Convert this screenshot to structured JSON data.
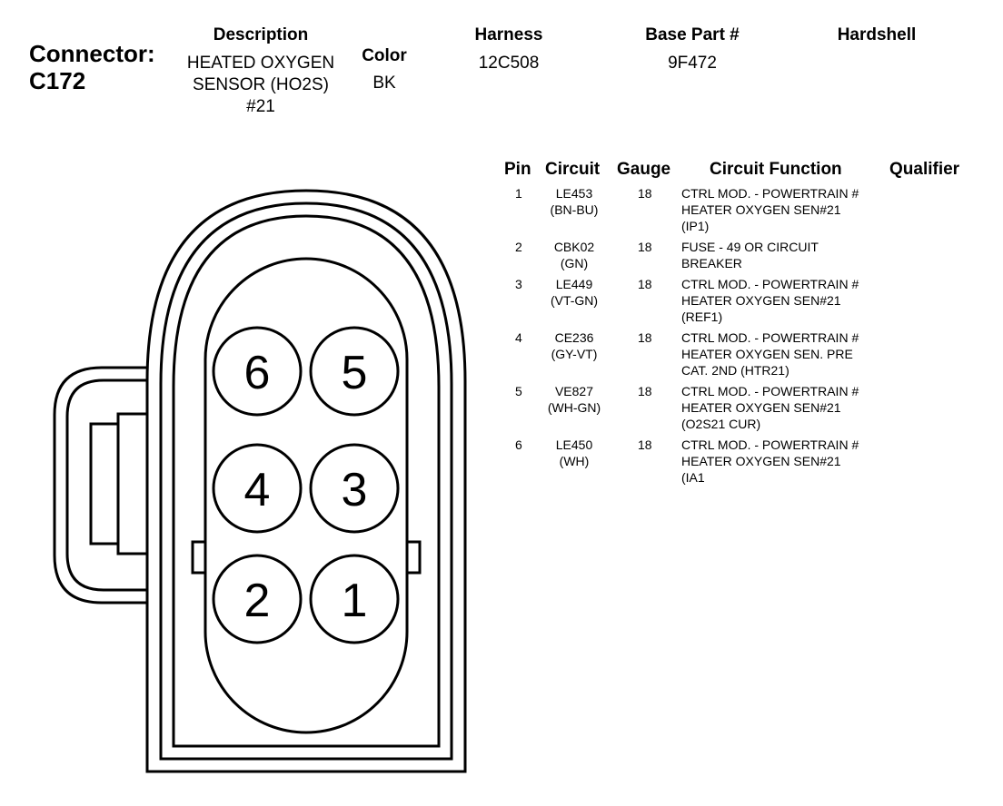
{
  "connector": {
    "label": "Connector:",
    "id": "C172"
  },
  "header": {
    "description_label": "Description",
    "description_lines": [
      "HEATED OXYGEN",
      "SENSOR (HO2S)",
      "#21"
    ],
    "color_label": "Color",
    "color_value": "BK",
    "harness_label": "Harness",
    "harness_value": "12C508",
    "base_part_label": "Base Part #",
    "base_part_value": "9F472",
    "hardshell_label": "Hardshell",
    "hardshell_value": ""
  },
  "table": {
    "headers": {
      "pin": "Pin",
      "circuit": "Circuit",
      "gauge": "Gauge",
      "function": "Circuit Function",
      "qualifier": "Qualifier"
    },
    "rows": [
      {
        "pin": "1",
        "circuit": [
          "LE453",
          "(BN-BU)"
        ],
        "gauge": "18",
        "function": [
          "CTRL MOD. - POWERTRAIN #",
          "HEATER OXYGEN SEN#21",
          "(IP1)"
        ],
        "qualifier": ""
      },
      {
        "pin": "2",
        "circuit": [
          "CBK02",
          "(GN)"
        ],
        "gauge": "18",
        "function": [
          "FUSE - 49 OR CIRCUIT",
          "BREAKER"
        ],
        "qualifier": ""
      },
      {
        "pin": "3",
        "circuit": [
          "LE449",
          "(VT-GN)"
        ],
        "gauge": "18",
        "function": [
          "CTRL MOD. - POWERTRAIN #",
          "HEATER OXYGEN SEN#21",
          "(REF1)"
        ],
        "qualifier": ""
      },
      {
        "pin": "4",
        "circuit": [
          "CE236",
          "(GY-VT)"
        ],
        "gauge": "18",
        "function": [
          "CTRL MOD. - POWERTRAIN #",
          "HEATER OXYGEN SEN. PRE",
          "CAT. 2ND (HTR21)"
        ],
        "qualifier": ""
      },
      {
        "pin": "5",
        "circuit": [
          "VE827",
          "(WH-GN)"
        ],
        "gauge": "18",
        "function": [
          "CTRL MOD. - POWERTRAIN #",
          "HEATER OXYGEN SEN#21",
          "(O2S21 CUR)"
        ],
        "qualifier": ""
      },
      {
        "pin": "6",
        "circuit": [
          "LE450",
          "(WH)"
        ],
        "gauge": "18",
        "function": [
          "CTRL MOD. - POWERTRAIN #",
          "HEATER OXYGEN SEN#21",
          "(IA1"
        ],
        "qualifier": ""
      }
    ]
  },
  "diagram": {
    "pins": [
      "6",
      "5",
      "4",
      "3",
      "2",
      "1"
    ],
    "line_color": "#000000",
    "fill_color": "#ffffff"
  }
}
